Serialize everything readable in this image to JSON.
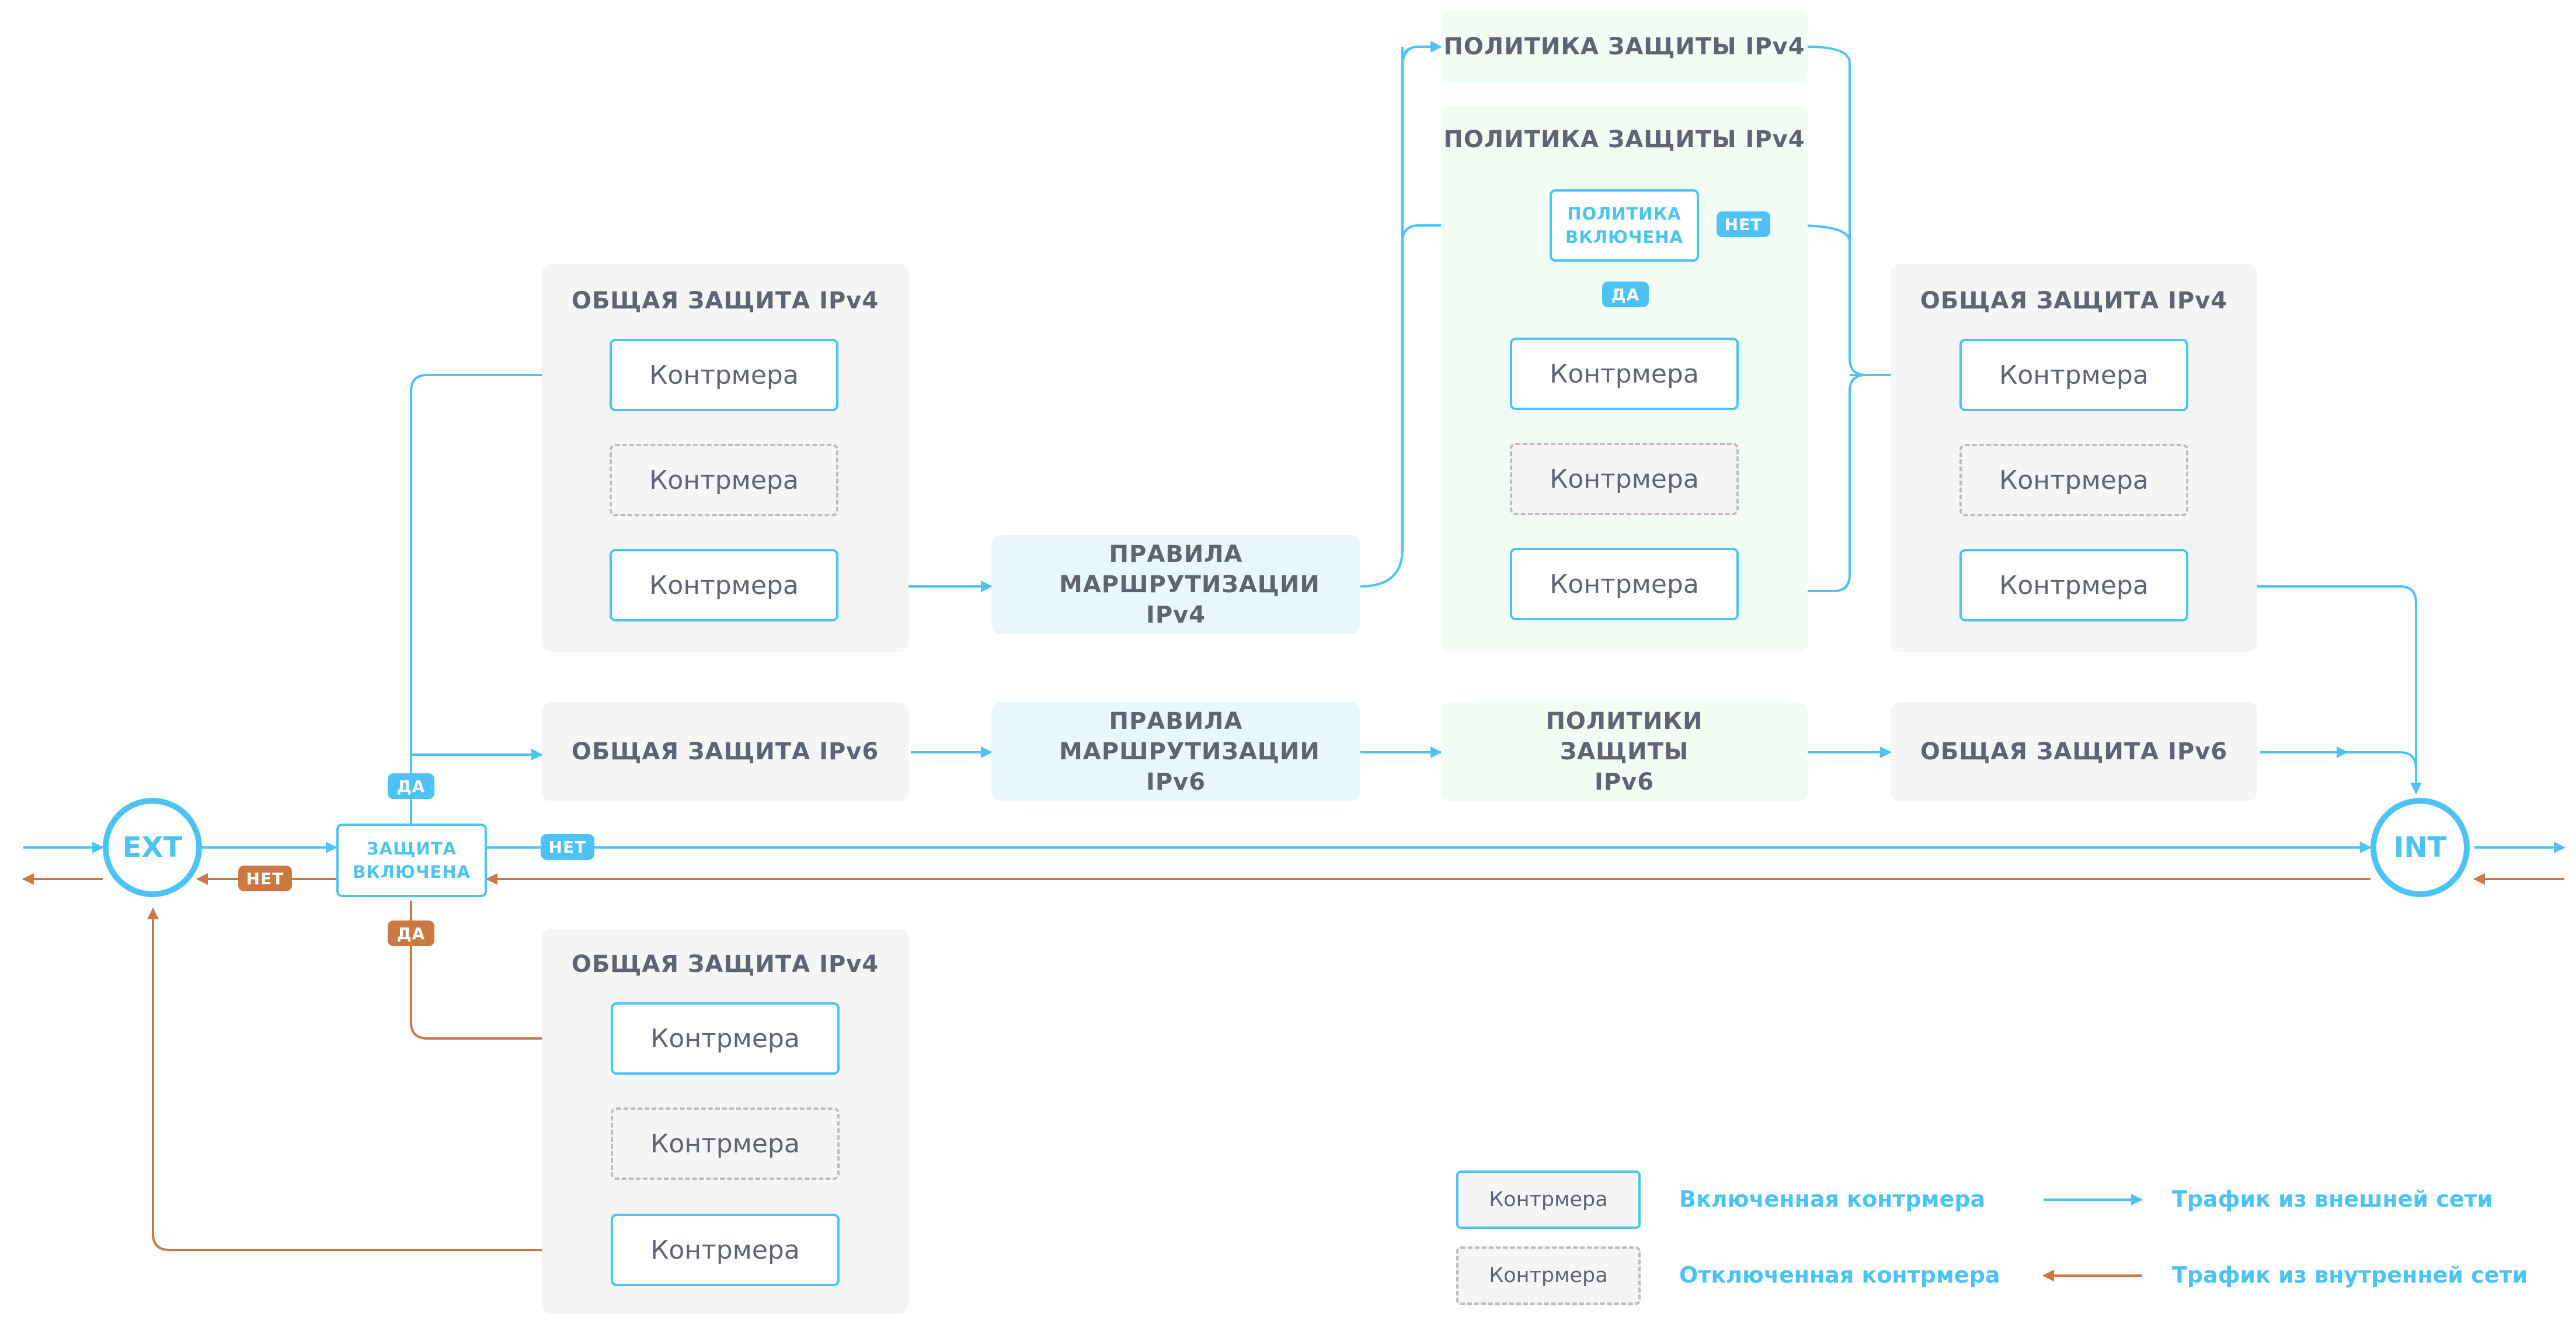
{
  "colors": {
    "accent": "#4cc3f4",
    "inbound": "#4cc3f4",
    "outbound": "#cb7842",
    "gray_panel": "#f5f5f5",
    "green_panel": "#f0fcf4",
    "blue_panel": "#eaf6fd",
    "text": "#5e6470"
  },
  "nodes": {
    "ext": "EXT",
    "int": "INT",
    "protection_enabled": "ЗАЩИТА ВКЛЮЧЕНА",
    "policy_enabled": "ПОЛИТИКА ВКЛЮЧЕНА"
  },
  "badges": {
    "yes": "ДА",
    "no": "НЕТ"
  },
  "panels": {
    "general_ipv4": "ОБЩАЯ ЗАЩИТА IPv4",
    "general_ipv6": "ОБЩАЯ ЗАЩИТА IPv6",
    "routing_ipv4": "ПРАВИЛА МАРШРУТИЗАЦИИ IPv4",
    "routing_ipv6": "ПРАВИЛА МАРШРУТИЗАЦИИ IPv6",
    "policy_ipv4": "ПОЛИТИКА ЗАЩИТЫ IPv4",
    "policies_ipv6": "ПОЛИТИКИ ЗАЩИТЫ IPv6"
  },
  "countermeasure": "Контрмера",
  "legend": {
    "enabled_box": "Контрмера",
    "enabled_label": "Включенная контрмера",
    "disabled_box": "Контрмера",
    "disabled_label": "Отключенная контрмера",
    "inbound_label": "Трафик из внешней сети",
    "outbound_label": "Трафик из внутренней сети"
  }
}
